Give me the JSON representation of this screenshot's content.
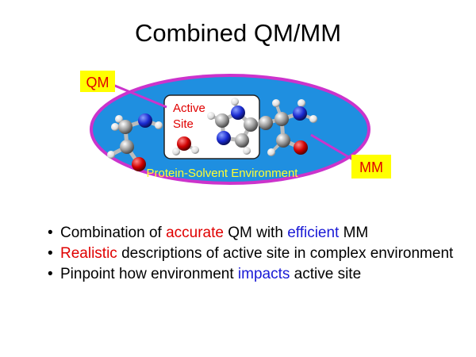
{
  "title": "Combined QM/MM",
  "figure": {
    "qm_label": "QM",
    "mm_label": "MM",
    "active_site_label_line1": "Active",
    "active_site_label_line2": "Site",
    "environment_label": "Protein-Solvent Environment"
  },
  "bullets": [
    {
      "bullet": "•",
      "segments": [
        {
          "text": "Combination of ",
          "color": "black"
        },
        {
          "text": "accurate",
          "color": "red"
        },
        {
          "text": " QM with ",
          "color": "black"
        },
        {
          "text": "efficient",
          "color": "blue"
        },
        {
          "text": " MM",
          "color": "black"
        }
      ]
    },
    {
      "bullet": "•",
      "segments": [
        {
          "text": "Realistic",
          "color": "red"
        },
        {
          "text": " descriptions of active site in complex environment",
          "color": "black"
        }
      ]
    },
    {
      "bullet": "•",
      "segments": [
        {
          "text": "Pinpoint how environment ",
          "color": "black"
        },
        {
          "text": "impacts",
          "color": "blue"
        },
        {
          "text": " active site",
          "color": "black"
        }
      ]
    }
  ],
  "colors": {
    "ellipse_fill": "#1f8fe0",
    "ellipse_border": "#cc33cc",
    "label_box_fill": "#ffff00",
    "label_text": "#e00000",
    "environment_text": "#ffff33",
    "red": "#e00000",
    "blue": "#1a1ad6"
  }
}
